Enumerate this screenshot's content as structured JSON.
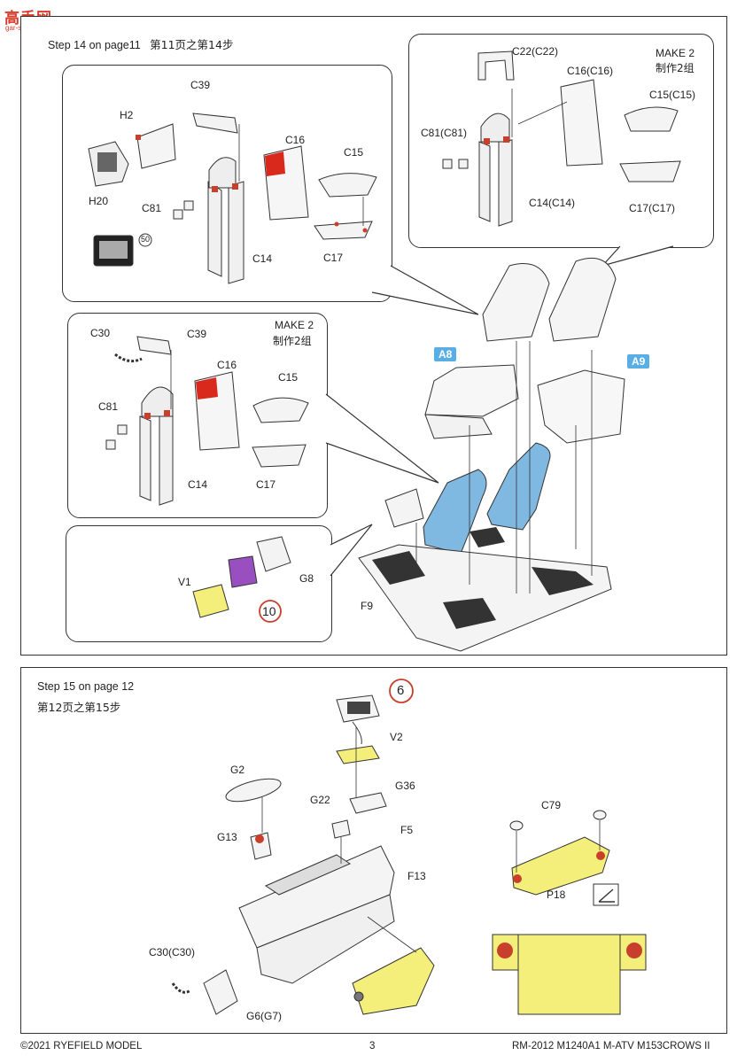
{
  "watermark": {
    "name": "高手网",
    "url": "gar-shou.com"
  },
  "step14": {
    "header_en": "Step 14 on page11",
    "header_cn": "第11页之第14步",
    "callout_left": {
      "labels": [
        "C39",
        "H2",
        "H20",
        "C16",
        "C15",
        "C81",
        "C14",
        "C17"
      ],
      "badge": "50"
    },
    "callout_right": {
      "make": "MAKE 2",
      "make_cn": "制作2组",
      "labels": [
        "C22(C22)",
        "C16(C16)",
        "C15(C15)",
        "C81(C81)",
        "C14(C14)",
        "C17(C17)"
      ]
    },
    "callout_mid": {
      "make": "MAKE 2",
      "make_cn": "制作2组",
      "labels": [
        "C30",
        "C39",
        "C16",
        "C15",
        "C81",
        "C14",
        "C17"
      ]
    },
    "callout_low": {
      "labels": [
        "V1",
        "G8"
      ],
      "badge": "10"
    },
    "tags": [
      "A8",
      "A9"
    ],
    "labels": [
      "F9"
    ]
  },
  "step15": {
    "header_en": "Step 15 on page 12",
    "header_cn": "第12页之第15步",
    "badge": "6",
    "labels": [
      "V2",
      "G2",
      "G36",
      "G22",
      "F5",
      "G13",
      "F13",
      "C30(C30)",
      "G6(G7)",
      "C79",
      "P18"
    ]
  },
  "footer": {
    "copyright": "©2021 RYEFIELD MODEL",
    "page": "3",
    "model": "RM-2012 M1240A1 M-ATV M153CROWS II"
  },
  "colors": {
    "accent_red": "#c8402b",
    "seat_blue": "#7fb8e0",
    "pe_yellow": "#f4ef7a",
    "pe_purple": "#9a4fc0",
    "tag_blue": "#5aaee6"
  }
}
